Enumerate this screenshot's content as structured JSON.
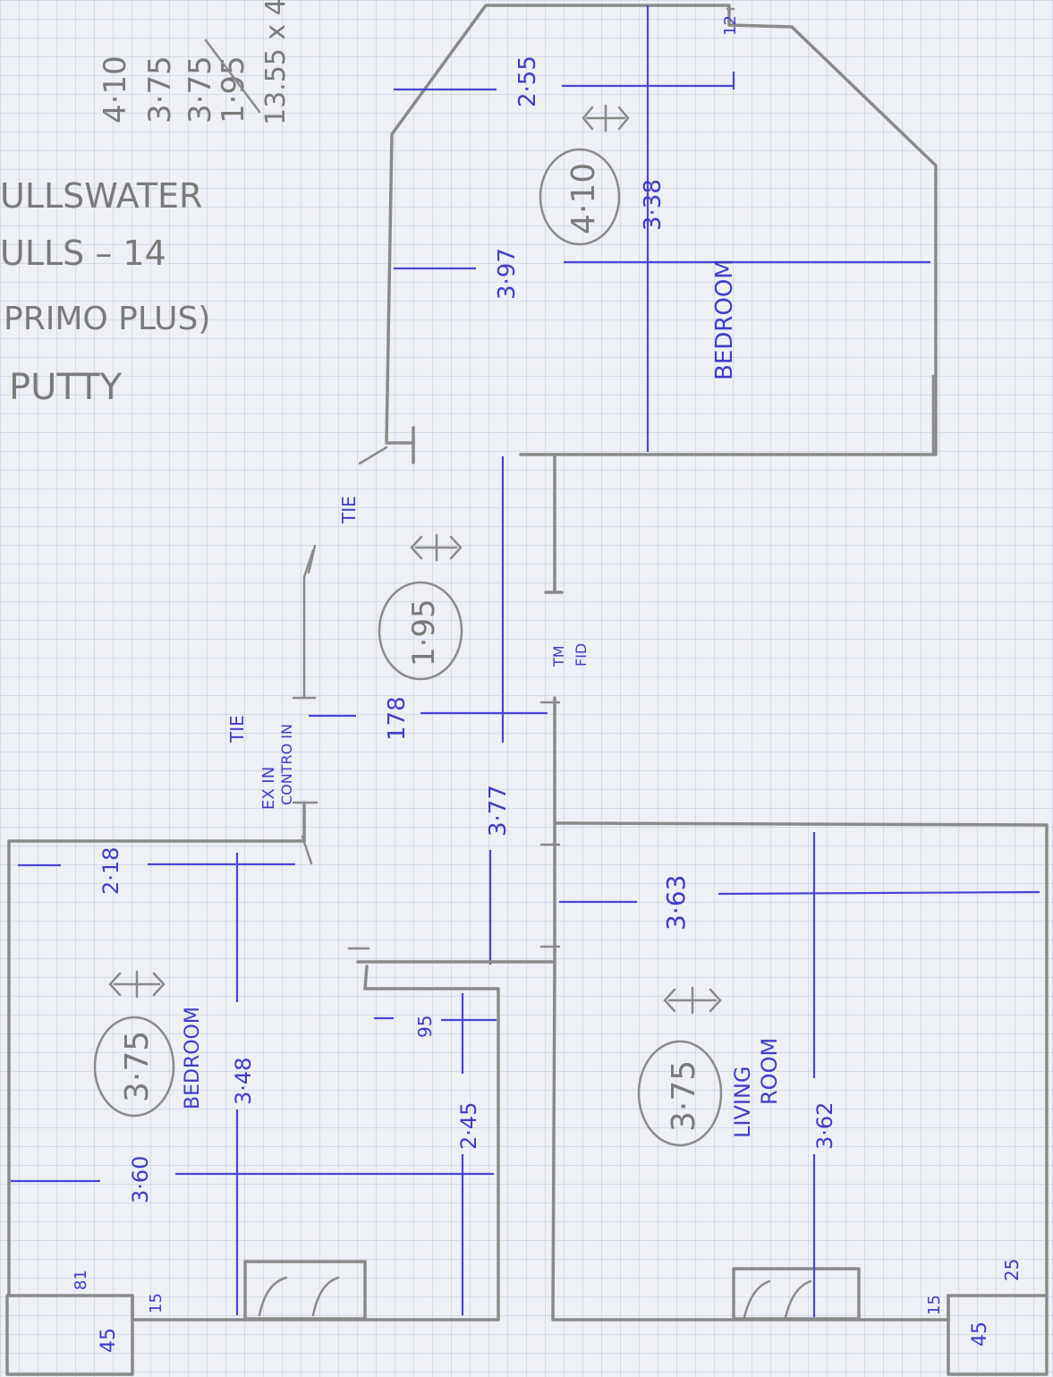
{
  "notes": {
    "sum_values": [
      "4·10",
      "3·75",
      "3·75",
      "1·95"
    ],
    "sum_total": "13.55 x 4",
    "line1": "ULLSWATER",
    "line2": "ULLS – 14",
    "line3": "PRIMO PLUS)",
    "line4": "PUTTY"
  },
  "rooms": {
    "bedroom_top": {
      "label": "BEDROOM",
      "height": "4·10",
      "dims": [
        "2·55",
        "3·38",
        "3·97",
        "12"
      ]
    },
    "hall": {
      "height": "1·95",
      "dims": [
        "178",
        "3·77"
      ],
      "tie_top": "TIE",
      "tie_left": "TIE",
      "extension": "EX IN",
      "contro": "CONTRO IN",
      "tm": "TM",
      "fid": "FID"
    },
    "bedroom_left": {
      "label": "BEDROOM",
      "height": "3·75",
      "dims": [
        "2·18",
        "3·48",
        "3·60",
        "2·45",
        "95",
        "81",
        "15",
        "45"
      ]
    },
    "living": {
      "label1": "LIVING",
      "label2": "ROOM",
      "height": "3·75",
      "dims": [
        "3·63",
        "3·62",
        "25",
        "15",
        "45"
      ]
    }
  },
  "colors": {
    "pencil": "#8a8a8a",
    "ink": "#4a45d6"
  }
}
